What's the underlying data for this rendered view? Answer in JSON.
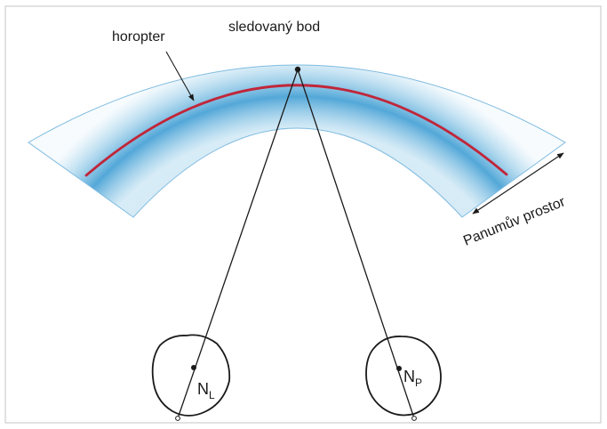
{
  "labels": {
    "fixation_point": "sledovaný bod",
    "horopter": "horopter",
    "panum_space": "Panumův prostor",
    "left_node_letter": "N",
    "left_node_subscript": "L",
    "right_node_letter": "N",
    "right_node_subscript": "P"
  },
  "colors": {
    "panum_band": "#4aa3d6",
    "horopter_curve": "#c0263a",
    "lines": "#1a1a1a",
    "background": "#ffffff"
  }
}
